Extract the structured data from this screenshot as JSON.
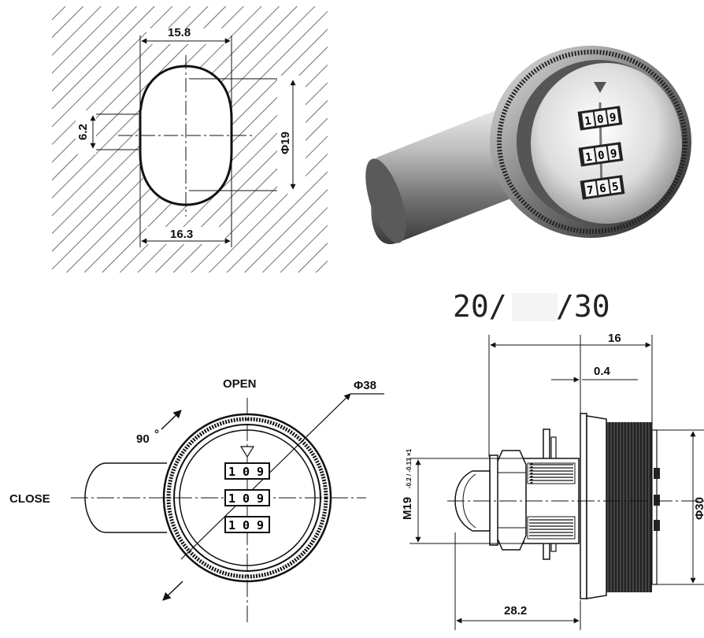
{
  "cutout": {
    "width_top": "15.8",
    "width_bottom": "16.3",
    "flat": "6.2",
    "diameter": "Φ19"
  },
  "product": {
    "wheel_top": [
      "1",
      "0",
      "9"
    ],
    "wheel_mid": [
      "1",
      "0",
      "9"
    ],
    "wheel_bot": [
      "7",
      "6",
      "5"
    ]
  },
  "size_label": {
    "left": "20/",
    "right": "/30"
  },
  "front_view": {
    "open": "OPEN",
    "close": "CLOSE",
    "angle": "90",
    "angle_unit": "°",
    "diameter": "Φ38",
    "wheels": [
      [
        "1",
        "0",
        "9"
      ],
      [
        "1",
        "0",
        "9"
      ],
      [
        "1",
        "0",
        "9"
      ]
    ]
  },
  "side_view": {
    "top": "16",
    "offset": "0.4",
    "thread": "M19",
    "thread_tol": "-0.2 / -0.13 ×1",
    "diameter": "Φ30",
    "length": "28.2"
  },
  "colors": {
    "line": "#111111",
    "hatch": "#333333",
    "metal": "#c9c9c9"
  }
}
